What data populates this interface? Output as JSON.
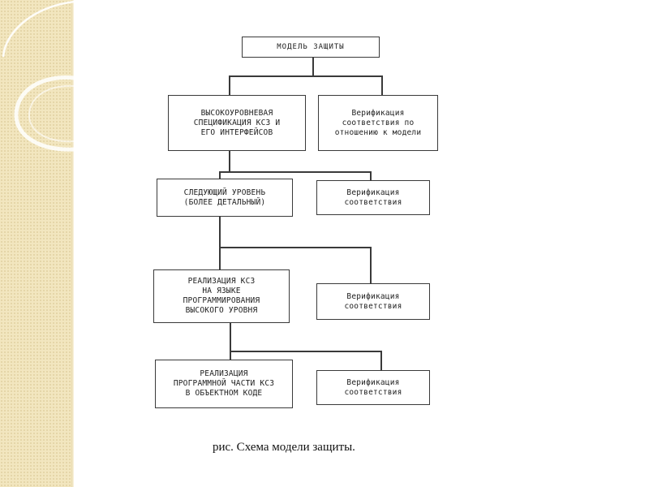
{
  "diagram": {
    "title": "МОДЕЛЬ ЗАЩИТЫ",
    "levels": [
      {
        "main": "ВЫСОКОУРОВНЕВАЯ\nСПЕЦИФИКАЦИЯ КСЗ И\nЕГО ИНТЕРФЕЙСОВ",
        "verification": "Верификация\nсоответствия по\nотношению к модели"
      },
      {
        "main": "СЛЕДУЮЩИЙ УРОВЕНЬ\n(БОЛЕЕ ДЕТАЛЬНЫЙ)",
        "verification": "Верификация\nсоответствия"
      },
      {
        "main": "РЕАЛИЗАЦИЯ КСЗ\nНА ЯЗЫКЕ\nПРОГРАММИРОВАНИЯ\nВЫСОКОГО УРОВНЯ",
        "verification": "Верификация\nсоответствия"
      },
      {
        "main": "РЕАЛИЗАЦИЯ\nПРОГРАММНОЙ ЧАСТИ КСЗ\nВ ОБЪЕКТНОМ КОДЕ",
        "verification": "Верификация\nсоответствия"
      }
    ]
  },
  "caption": "рис. Схема модели защиты.",
  "colors": {
    "side_panel": "#f2e6bf",
    "swirl": "#ffffff",
    "box_border": "#3a3a3a"
  }
}
